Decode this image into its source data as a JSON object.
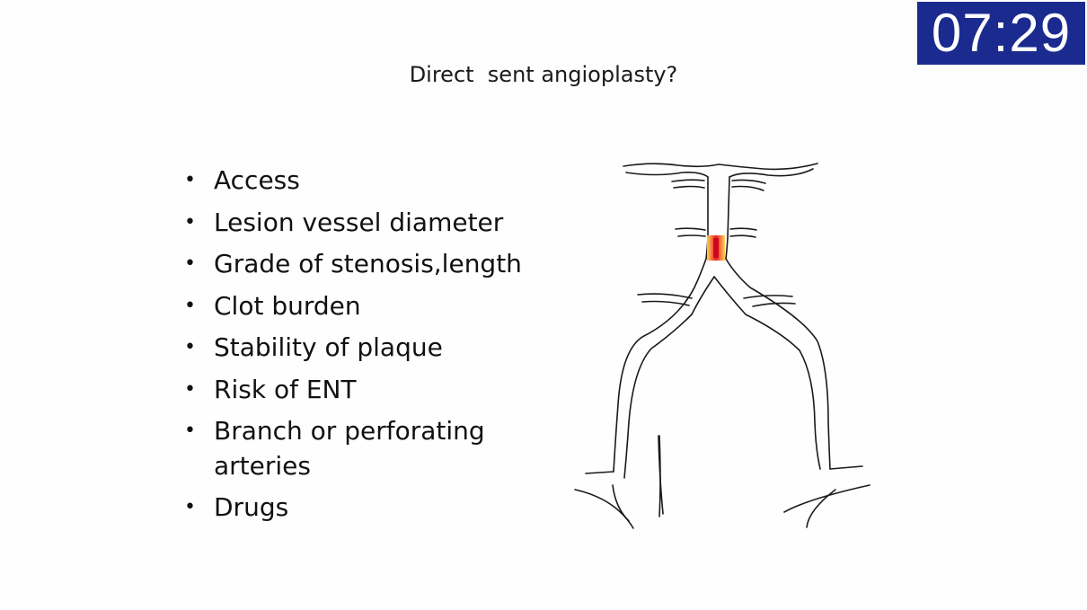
{
  "timer": {
    "value": "07:29"
  },
  "slide": {
    "title": "Direct  sent angioplasty?",
    "bullets": [
      "Access",
      "Lesion vessel diameter",
      "Grade of stenosis,length",
      "Clot burden",
      "Stability of plaque",
      "Risk of ENT",
      "Branch or perforating arteries",
      "Drugs"
    ]
  },
  "diagram": {
    "stroke_color": "#1a1a1a",
    "lesion_colors": [
      "#ffd34d",
      "#e8101b"
    ]
  }
}
